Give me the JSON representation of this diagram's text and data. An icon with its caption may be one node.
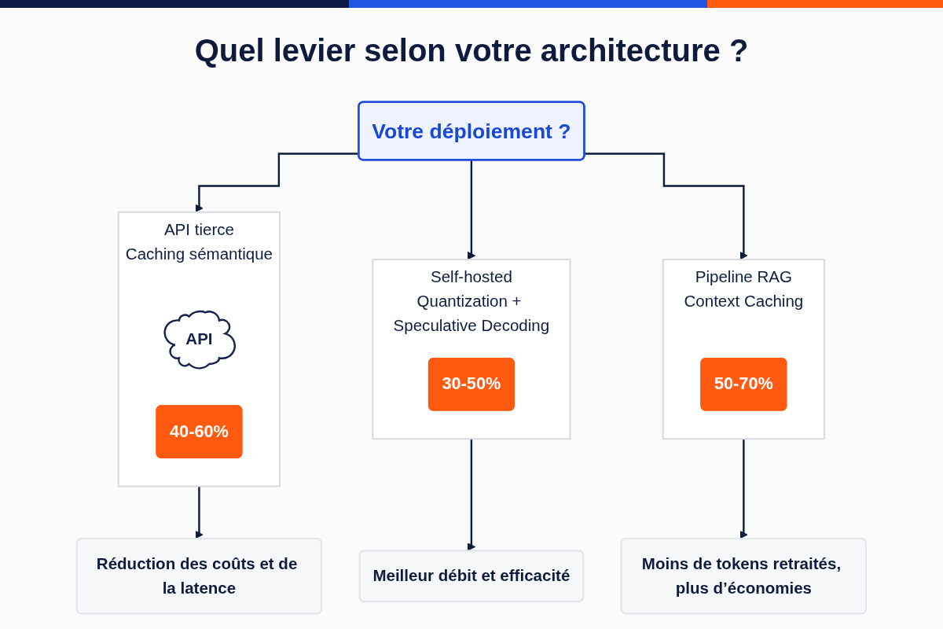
{
  "diagram": {
    "title": "Quel levier selon votre architecture ?",
    "nodes": [
      {
        "text": [
          "Votre déploiement ?"
        ]
      },
      {
        "text": [
          "API tierce",
          "Caching sémantique"
        ]
      },
      {
        "text": [
          "API"
        ],
        "in": 1
      },
      {
        "text": [
          "40-60%"
        ],
        "in": 1
      },
      {
        "text": [
          "Self-hosted",
          "Quantization + Speculative Decoding"
        ]
      },
      {
        "text": [
          "30-50%"
        ],
        "in": 4
      },
      {
        "text": [
          "Pipeline RAG",
          "Context Caching"
        ]
      },
      {
        "text": [
          "50-70%"
        ],
        "in": 6
      },
      {
        "text": [
          "Réduction des coûts et de la latence"
        ]
      },
      {
        "text": [
          "Meilleur débit et efficacité"
        ]
      },
      {
        "text": [
          "Moins de tokens retraités, plus d’économies"
        ]
      }
    ],
    "edges": [
      {
        "from": 0,
        "to": 1,
        "arrow": "to"
      },
      {
        "from": 0,
        "to": 4,
        "arrow": "to"
      },
      {
        "from": 0,
        "to": 6,
        "arrow": "to"
      },
      {
        "from": 1,
        "to": 8,
        "arrow": "to"
      },
      {
        "from": 4,
        "to": 9,
        "arrow": "to"
      },
      {
        "from": 6,
        "to": 10,
        "arrow": "to"
      }
    ]
  }
}
